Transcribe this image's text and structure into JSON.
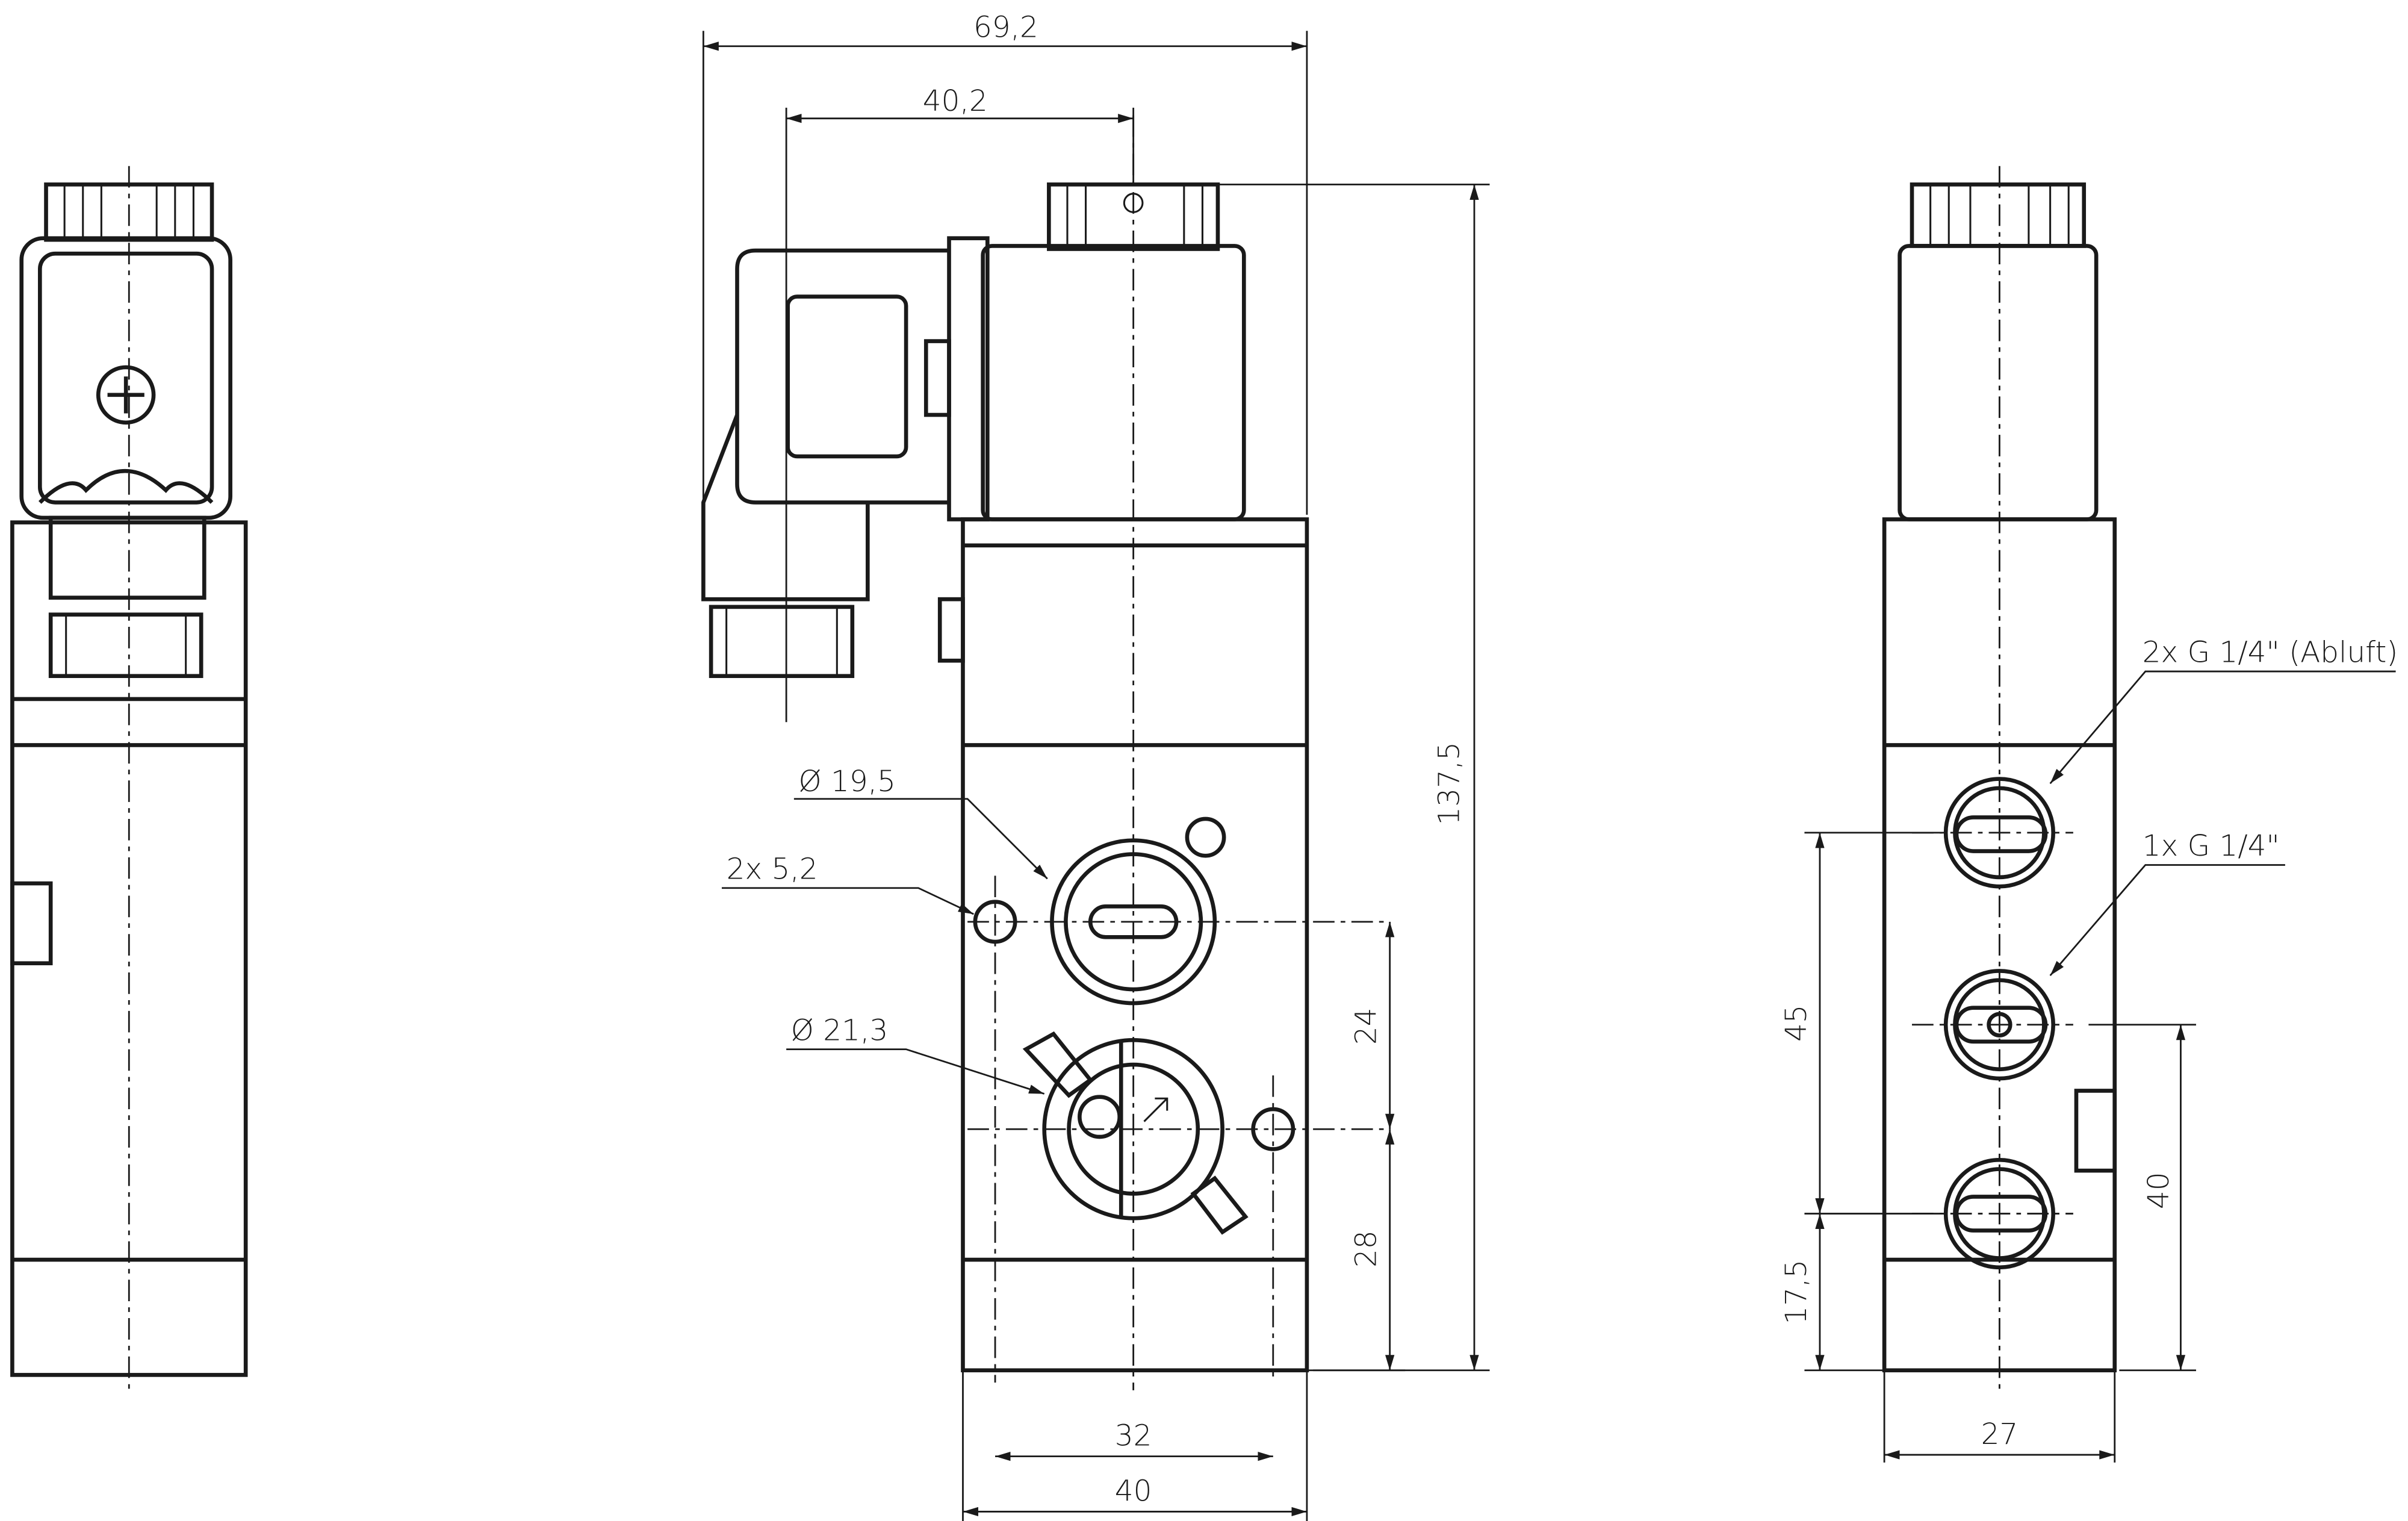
{
  "drawing": {
    "title": "Solenoid valve dimensional drawing",
    "dimensions": {
      "overall_width": "69,2",
      "connector_offset": "40,2",
      "overall_height": "137,5",
      "port_diameter_upper": "Ø 19,5",
      "mounting_holes": "2x 5,2",
      "port_diameter_lower": "Ø 21,3",
      "hole_spacing_vertical_upper": "24",
      "hole_spacing_vertical_lower": "28",
      "hole_spacing_horizontal": "32",
      "body_width_front": "40",
      "port_spacing": "45",
      "port_height_right": "40",
      "port_height_bottom": "17,5",
      "body_width_side": "27"
    },
    "callouts": {
      "exhaust_ports": "2x G 1/4\" (Abluft)",
      "supply_port": "1x G 1/4\""
    }
  }
}
